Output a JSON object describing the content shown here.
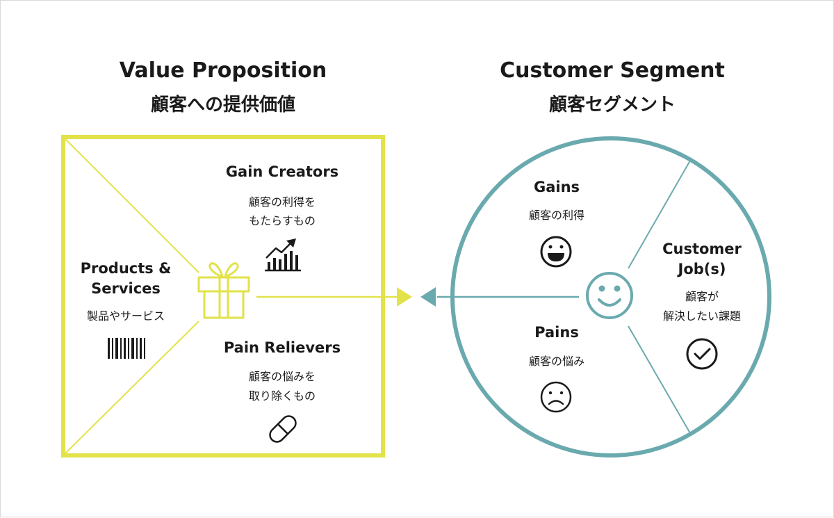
{
  "colors": {
    "value_accent": "#e2e24a",
    "customer_accent": "#6aaaae",
    "ink": "#1a1a1a"
  },
  "value_proposition": {
    "title": "Value Proposition",
    "subtitle": "顧客への提供価値",
    "gain_creators": {
      "label": "Gain Creators",
      "description": [
        "顧客の利得を",
        "もたらすもの"
      ],
      "icon": "chart-up-icon"
    },
    "products_services": {
      "label": [
        "Products &",
        "Services"
      ],
      "description": "製品やサービス",
      "icon": "barcode-icon"
    },
    "pain_relievers": {
      "label": "Pain Relievers",
      "description": [
        "顧客の悩みを",
        "取り除くもの"
      ],
      "icon": "capsule-icon"
    },
    "center_icon": "gift-icon"
  },
  "customer_segment": {
    "title": "Customer Segment",
    "subtitle": "顧客セグメント",
    "gains": {
      "label": "Gains",
      "description": "顧客の利得",
      "icon": "grin-face-icon"
    },
    "pains": {
      "label": "Pains",
      "description": "顧客の悩み",
      "icon": "sad-face-icon"
    },
    "customer_jobs": {
      "label": [
        "Customer",
        "Job(s)"
      ],
      "description": [
        "顧客が",
        "解決したい課題"
      ],
      "icon": "check-circle-icon"
    },
    "center_icon": "smile-face-icon"
  }
}
